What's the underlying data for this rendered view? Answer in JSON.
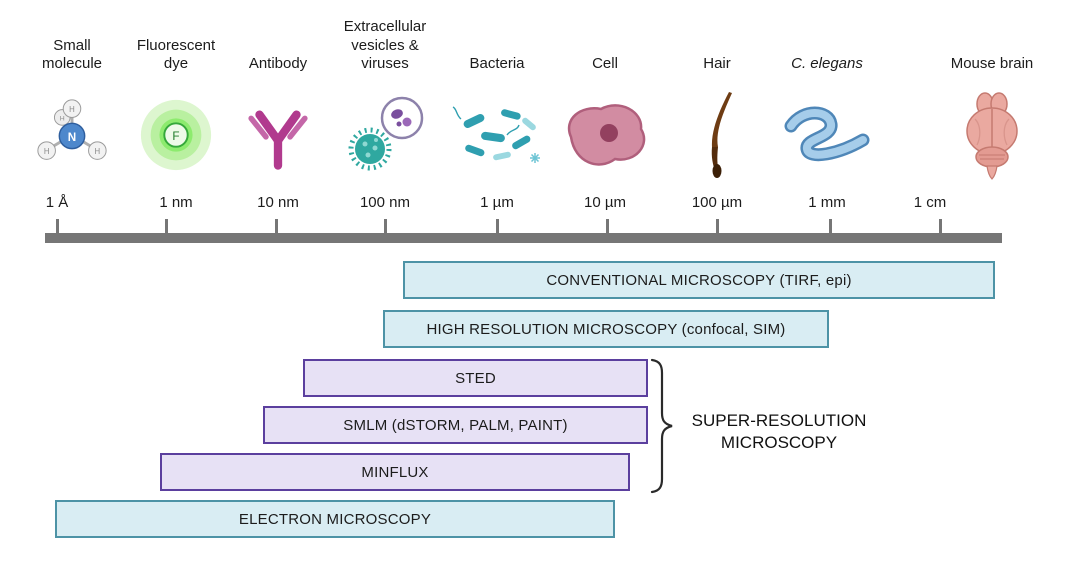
{
  "colors": {
    "cyan_bar_bg": "#d9edf3",
    "cyan_bar_border": "#4d93a6",
    "purple_bar_bg": "#e7e1f5",
    "purple_bar_border": "#5b3f9e",
    "ruler": "#767676",
    "text": "#1c1c1c"
  },
  "scale_items": [
    {
      "label": "Small molecule",
      "scale": "1 Å",
      "icon": "molecule-icon"
    },
    {
      "label": "Fluorescent dye",
      "scale": "1 nm",
      "icon": "fluorescent-dye-icon"
    },
    {
      "label": "Antibody",
      "scale": "10 nm",
      "icon": "antibody-icon"
    },
    {
      "label": "Extracellular vesicles & viruses",
      "scale": "100 nm",
      "icon": "vesicles-viruses-icon"
    },
    {
      "label": "Bacteria",
      "scale": "1 µm",
      "icon": "bacteria-icon"
    },
    {
      "label": "Cell",
      "scale": "10 µm",
      "icon": "cell-icon"
    },
    {
      "label": "Hair",
      "scale": "100 µm",
      "icon": "hair-icon"
    },
    {
      "label": "C. elegans",
      "scale": "1 mm",
      "icon": "c-elegans-icon"
    },
    {
      "label": "Mouse brain",
      "scale": "1 cm",
      "icon": "mouse-brain-icon"
    }
  ],
  "bars": [
    {
      "label": "CONVENTIONAL MICROSCOPY (TIRF, epi)",
      "style": "cyan"
    },
    {
      "label": "HIGH RESOLUTION MICROSCOPY (confocal, SIM)",
      "style": "cyan"
    },
    {
      "label": "STED",
      "style": "purple"
    },
    {
      "label": "SMLM (dSTORM, PALM, PAINT)",
      "style": "purple"
    },
    {
      "label": "MINFLUX",
      "style": "purple"
    },
    {
      "label": "ELECTRON MICROSCOPY",
      "style": "cyan"
    }
  ],
  "brace": {
    "label": "SUPER-RESOLUTION MICROSCOPY"
  }
}
